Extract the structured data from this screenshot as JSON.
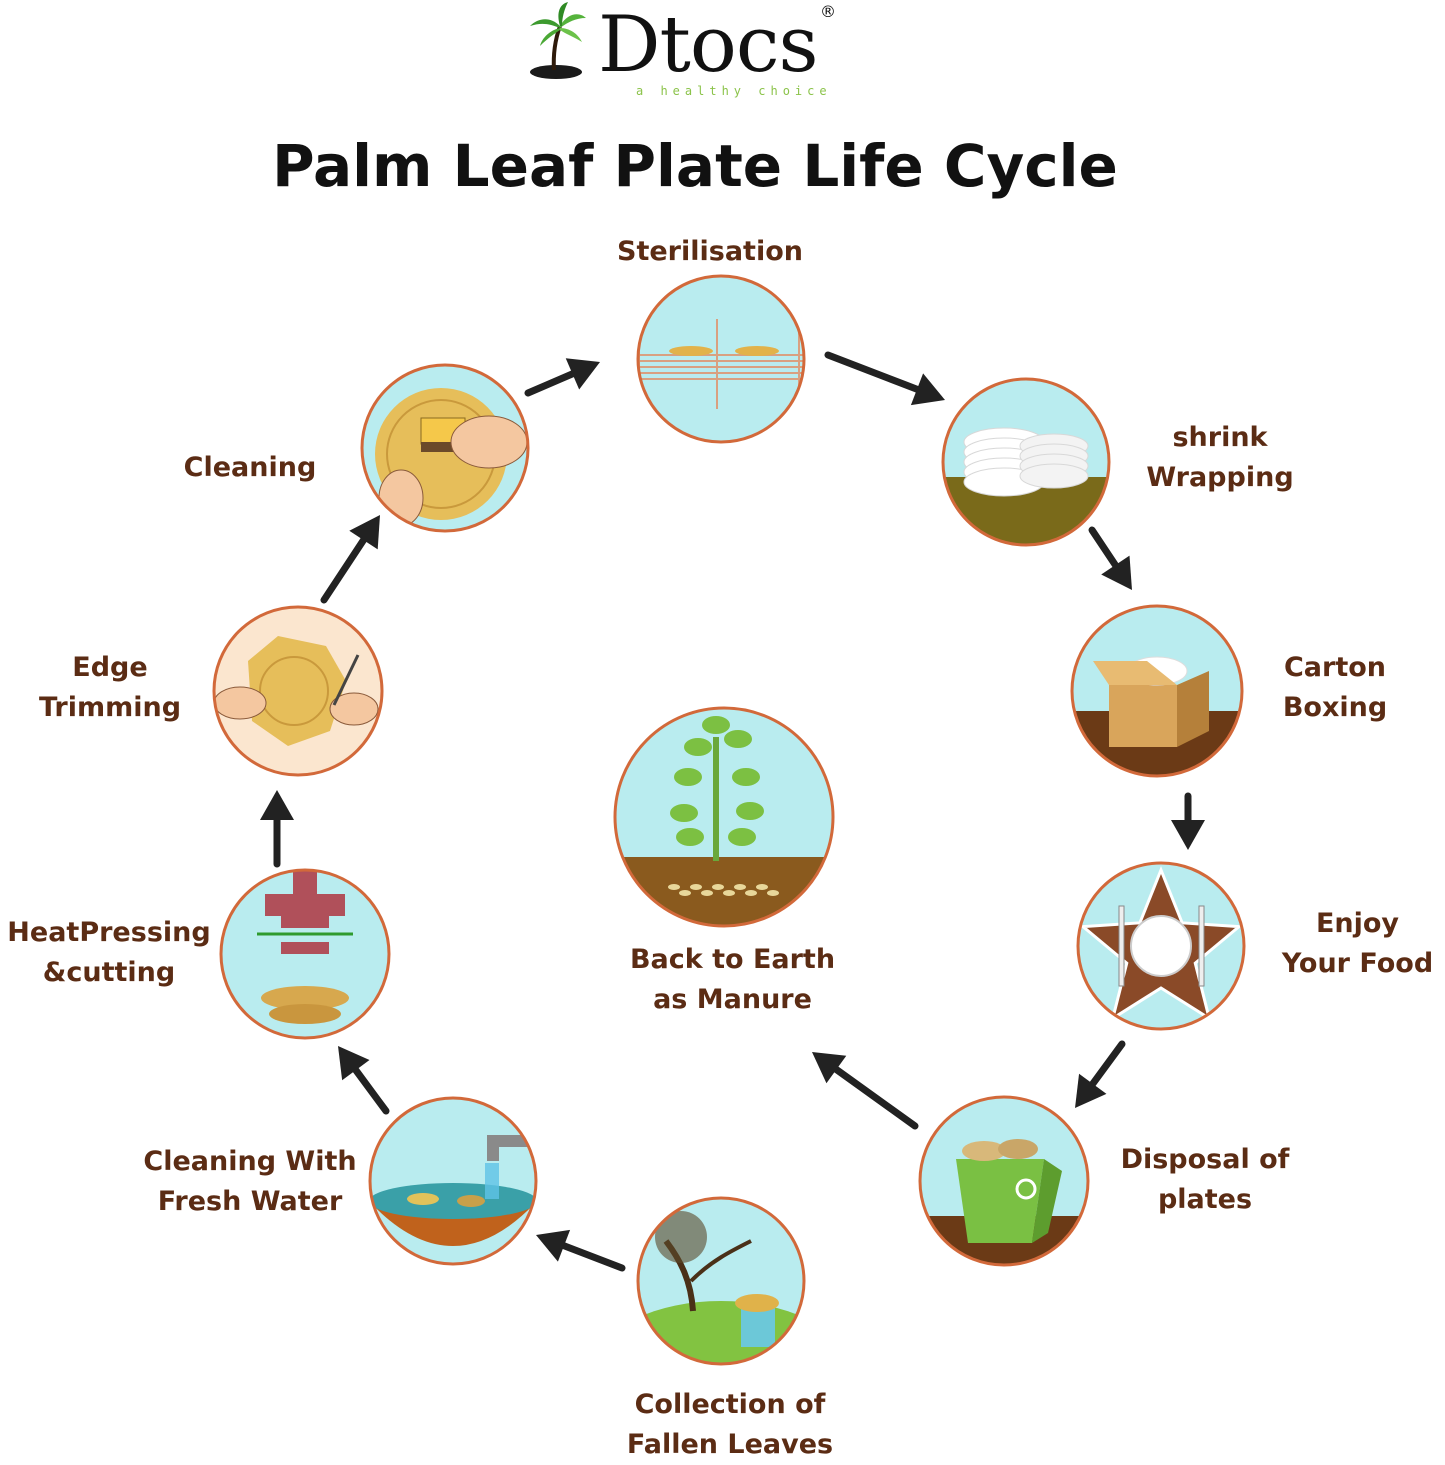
{
  "brand": {
    "name": "Dtocs",
    "registered": "®",
    "tagline": "a healthy choice"
  },
  "title": "Palm Leaf Plate Life Cycle",
  "colors": {
    "label": "#5b2c14",
    "ring": "#d2693a",
    "sky": "#b9ecef",
    "soil": "#8a5a1e",
    "arrow": "#222222"
  },
  "steps": [
    {
      "id": "sterilisation",
      "lines": [
        "Sterilisation"
      ],
      "icon": "sterilisation-icon"
    },
    {
      "id": "shrink-wrapping",
      "lines": [
        "shrink",
        "Wrapping"
      ],
      "icon": "shrink-wrap-icon"
    },
    {
      "id": "carton-boxing",
      "lines": [
        "Carton",
        "Boxing"
      ],
      "icon": "carton-box-icon"
    },
    {
      "id": "enjoy-food",
      "lines": [
        "Enjoy",
        "Your Food"
      ],
      "icon": "plate-cutlery-icon"
    },
    {
      "id": "disposal",
      "lines": [
        "Disposal of",
        "plates"
      ],
      "icon": "recycle-bin-icon"
    },
    {
      "id": "collection",
      "lines": [
        "Collection of",
        "Fallen Leaves"
      ],
      "icon": "tree-leaves-icon"
    },
    {
      "id": "cleaning-water",
      "lines": [
        "Cleaning With",
        "Fresh Water"
      ],
      "icon": "water-tap-icon"
    },
    {
      "id": "heat-pressing",
      "lines": [
        "HeatPressing",
        "&cutting"
      ],
      "icon": "heat-press-icon"
    },
    {
      "id": "edge-trimming",
      "lines": [
        "Edge",
        "Trimming"
      ],
      "icon": "scissors-icon"
    },
    {
      "id": "cleaning",
      "lines": [
        "Cleaning"
      ],
      "icon": "sponge-icon"
    }
  ],
  "center": {
    "lines": [
      "Back to Earth",
      "as Manure"
    ],
    "icon": "sapling-icon"
  }
}
